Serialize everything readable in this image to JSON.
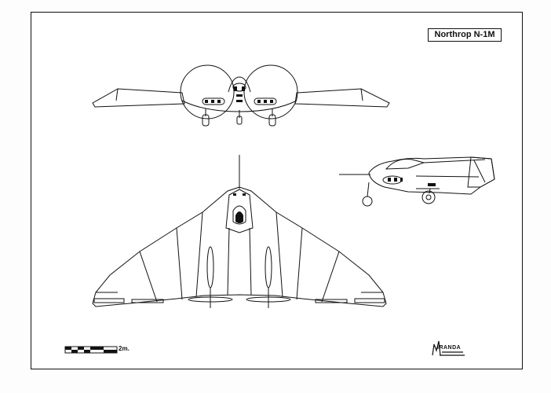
{
  "drawing": {
    "title": "Northrop N-1M",
    "scale_label": "2m.",
    "logo_text": "IRANDA"
  },
  "colors": {
    "ink": "#111111",
    "paper": "#ffffff",
    "frame": "#111111"
  }
}
